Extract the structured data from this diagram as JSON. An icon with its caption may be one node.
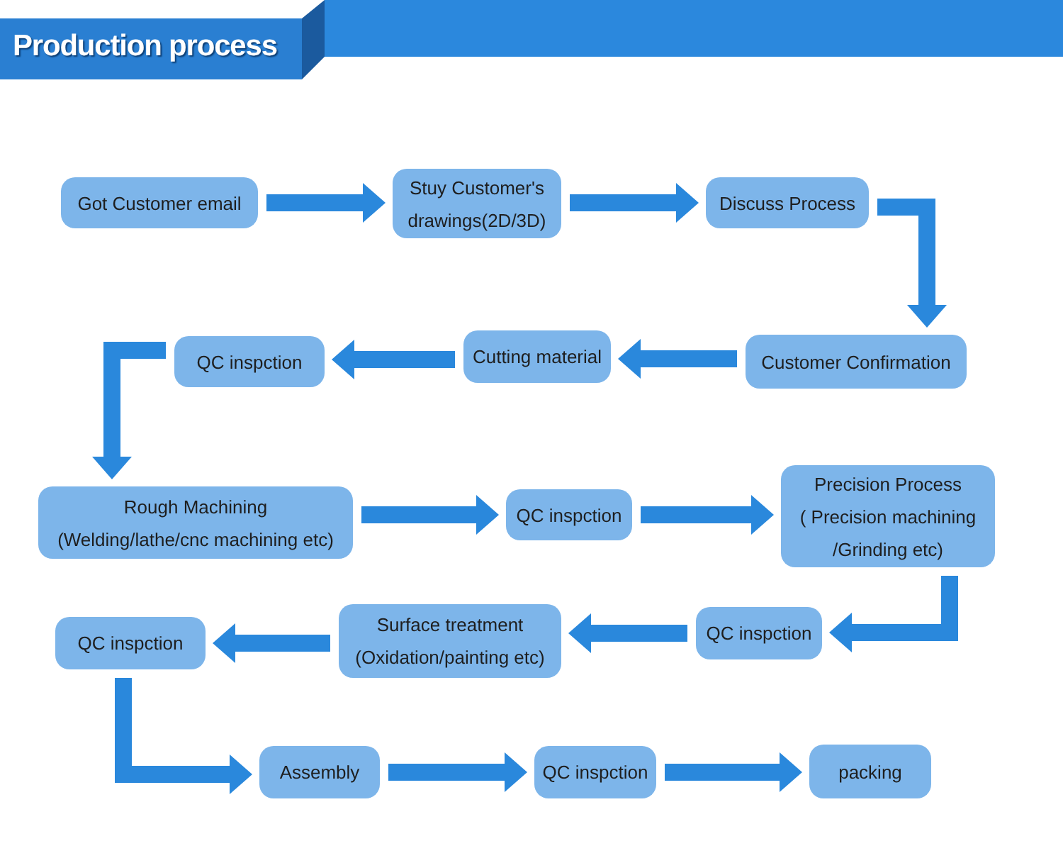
{
  "diagram": {
    "title": "Production process",
    "nodes": [
      {
        "text": [
          "Got Customer email"
        ]
      },
      {
        "text": [
          "Stuy Customer's drawings(2D/3D)"
        ]
      },
      {
        "text": [
          "Discuss Process"
        ]
      },
      {
        "text": [
          "Customer Confirmation"
        ]
      },
      {
        "text": [
          "Cutting material"
        ]
      },
      {
        "text": [
          "QC inspction"
        ]
      },
      {
        "text": [
          "Rough Machining",
          "(Welding/lathe/cnc machining etc)"
        ]
      },
      {
        "text": [
          "QC inspction"
        ]
      },
      {
        "text": [
          "Precision Process",
          "( Precision machining /Grinding etc)"
        ]
      },
      {
        "text": [
          "QC inspction"
        ]
      },
      {
        "text": [
          "Surface treatment",
          "(Oxidation/painting etc)"
        ]
      },
      {
        "text": [
          "QC inspction"
        ]
      },
      {
        "text": [
          "Assembly"
        ]
      },
      {
        "text": [
          "QC inspction"
        ]
      },
      {
        "text": [
          "packing"
        ]
      }
    ],
    "edges": [
      {
        "from": 0,
        "to": 1,
        "arrow": "to"
      },
      {
        "from": 1,
        "to": 2,
        "arrow": "to"
      },
      {
        "from": 2,
        "to": 3,
        "arrow": "to"
      },
      {
        "from": 3,
        "to": 4,
        "arrow": "to"
      },
      {
        "from": 4,
        "to": 5,
        "arrow": "to"
      },
      {
        "from": 5,
        "to": 6,
        "arrow": "to"
      },
      {
        "from": 6,
        "to": 7,
        "arrow": "to"
      },
      {
        "from": 7,
        "to": 8,
        "arrow": "to"
      },
      {
        "from": 8,
        "to": 9,
        "arrow": "to"
      },
      {
        "from": 9,
        "to": 10,
        "arrow": "to"
      },
      {
        "from": 10,
        "to": 11,
        "arrow": "to"
      },
      {
        "from": 11,
        "to": 12,
        "arrow": "to"
      },
      {
        "from": 12,
        "to": 13,
        "arrow": "to"
      },
      {
        "from": 13,
        "to": 14,
        "arrow": "to"
      }
    ]
  }
}
